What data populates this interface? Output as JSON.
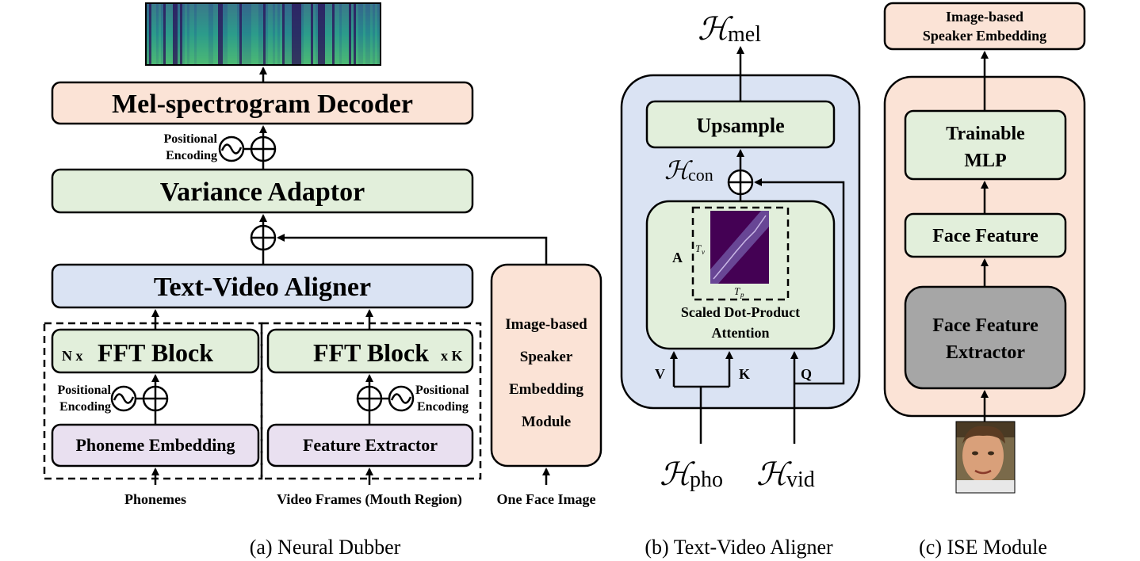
{
  "panel_a": {
    "mel_decoder": "Mel-spectrogram Decoder",
    "positional_encoding_top_1": "Positional",
    "positional_encoding_top_2": "Encoding",
    "variance_adaptor": "Variance Adaptor",
    "text_video_aligner": "Text-Video Aligner",
    "fft_left_prefix": "N x",
    "fft_left_label": "FFT Block",
    "fft_right_label": "FFT Block",
    "fft_right_suffix": "x K",
    "pe_left_1": "Positional",
    "pe_left_2": "Encoding",
    "pe_right_1": "Positional",
    "pe_right_2": "Encoding",
    "phoneme_embedding": "Phoneme Embedding",
    "feature_extractor": "Feature Extractor",
    "ise_module_1": "Image-based",
    "ise_module_2": "Speaker",
    "ise_module_3": "Embedding",
    "ise_module_4": "Module",
    "input_phonemes": "Phonemes",
    "input_video": "Video Frames (Mouth Region)",
    "input_face": "One Face Image",
    "caption": "(a) Neural Dubber"
  },
  "panel_b": {
    "h_mel": "mel",
    "upsample": "Upsample",
    "h_con": "con",
    "a_label": "A",
    "tv_label": "T",
    "tv_sub": "v",
    "tp_label": "T",
    "tp_sub": "p",
    "attn_1": "Scaled Dot-Product",
    "attn_2": "Attention",
    "v_label": "V",
    "k_label": "K",
    "q_label": "Q",
    "h_pho": "pho",
    "h_vid": "vid",
    "caption": "(b) Text-Video Aligner"
  },
  "panel_c": {
    "ise_out_1": "Image-based",
    "ise_out_2": "Speaker Embedding",
    "mlp_1": "Trainable",
    "mlp_2": "MLP",
    "face_feature": "Face Feature",
    "extractor_1": "Face Feature",
    "extractor_2": "Extractor",
    "caption": "(c) ISE Module"
  },
  "colors": {
    "peach": "#fbe3d6",
    "green": "#e2efdb",
    "blue": "#dae3f3",
    "lavender": "#e9e0f0",
    "gray": "#a6a6a6"
  }
}
